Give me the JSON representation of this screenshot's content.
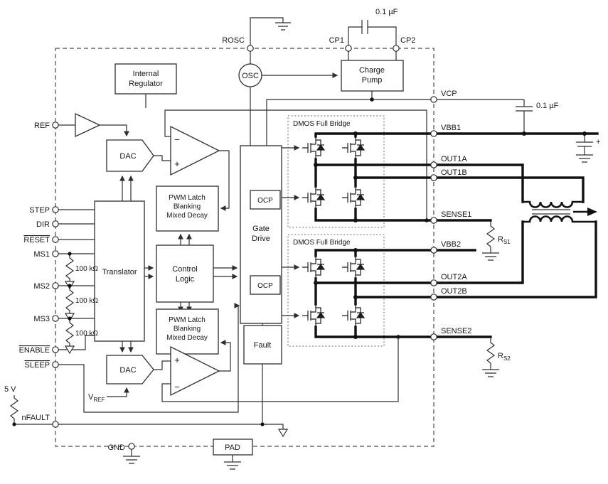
{
  "blocks": {
    "internal_regulator": "Internal\nRegulator",
    "charge_pump": "Charge\nPump",
    "osc": "OSC",
    "dac_top": "DAC",
    "dac_bottom": "DAC",
    "translator": "Translator",
    "pwm_latch_top": "PWM Latch\nBlanking\nMixed Decay",
    "pwm_latch_bottom": "PWM Latch\nBlanking\nMixed Decay",
    "control_logic": "Control\nLogic",
    "gate_drive": "Gate\nDrive",
    "ocp_top": "OCP",
    "ocp_bottom": "OCP",
    "fault": "Fault",
    "dmos_bridge_1": "DMOS Full Bridge",
    "dmos_bridge_2": "DMOS Full Bridge",
    "pad": "PAD"
  },
  "pins": {
    "top": {
      "rosc": "ROSC",
      "cp1": "CP1",
      "cp2": "CP2"
    },
    "left": {
      "ref": "REF",
      "step": "STEP",
      "dir": "DIR",
      "reset": "RESET",
      "ms1": "MS1",
      "ms2": "MS2",
      "ms3": "MS3",
      "enable": "ENABLE",
      "sleep": "SLEEP",
      "nfault": "nFAULT"
    },
    "right": {
      "vcp": "VCP",
      "vbb1": "VBB1",
      "out1a": "OUT1A",
      "out1b": "OUT1B",
      "sense1": "SENSE1",
      "vbb2": "VBB2",
      "out2a": "OUT2A",
      "out2b": "OUT2B",
      "sense2": "SENSE2"
    },
    "bottom": {
      "gnd": "GND"
    }
  },
  "components": {
    "cap_cp": "0.1 µF",
    "cap_vcp": "0.1 µF",
    "res_ms1": "100 kΩ",
    "res_ms2": "100 kΩ",
    "res_ms3": "100 kΩ",
    "supply_5v": "5 V",
    "rs1": {
      "main": "R",
      "sub": "S1"
    },
    "rs2": {
      "main": "R",
      "sub": "S2"
    },
    "vref": {
      "main": "V",
      "sub": "REF"
    },
    "bulk_cap_plus": "+"
  },
  "symbols": {
    "plus": "+",
    "minus": "−"
  }
}
